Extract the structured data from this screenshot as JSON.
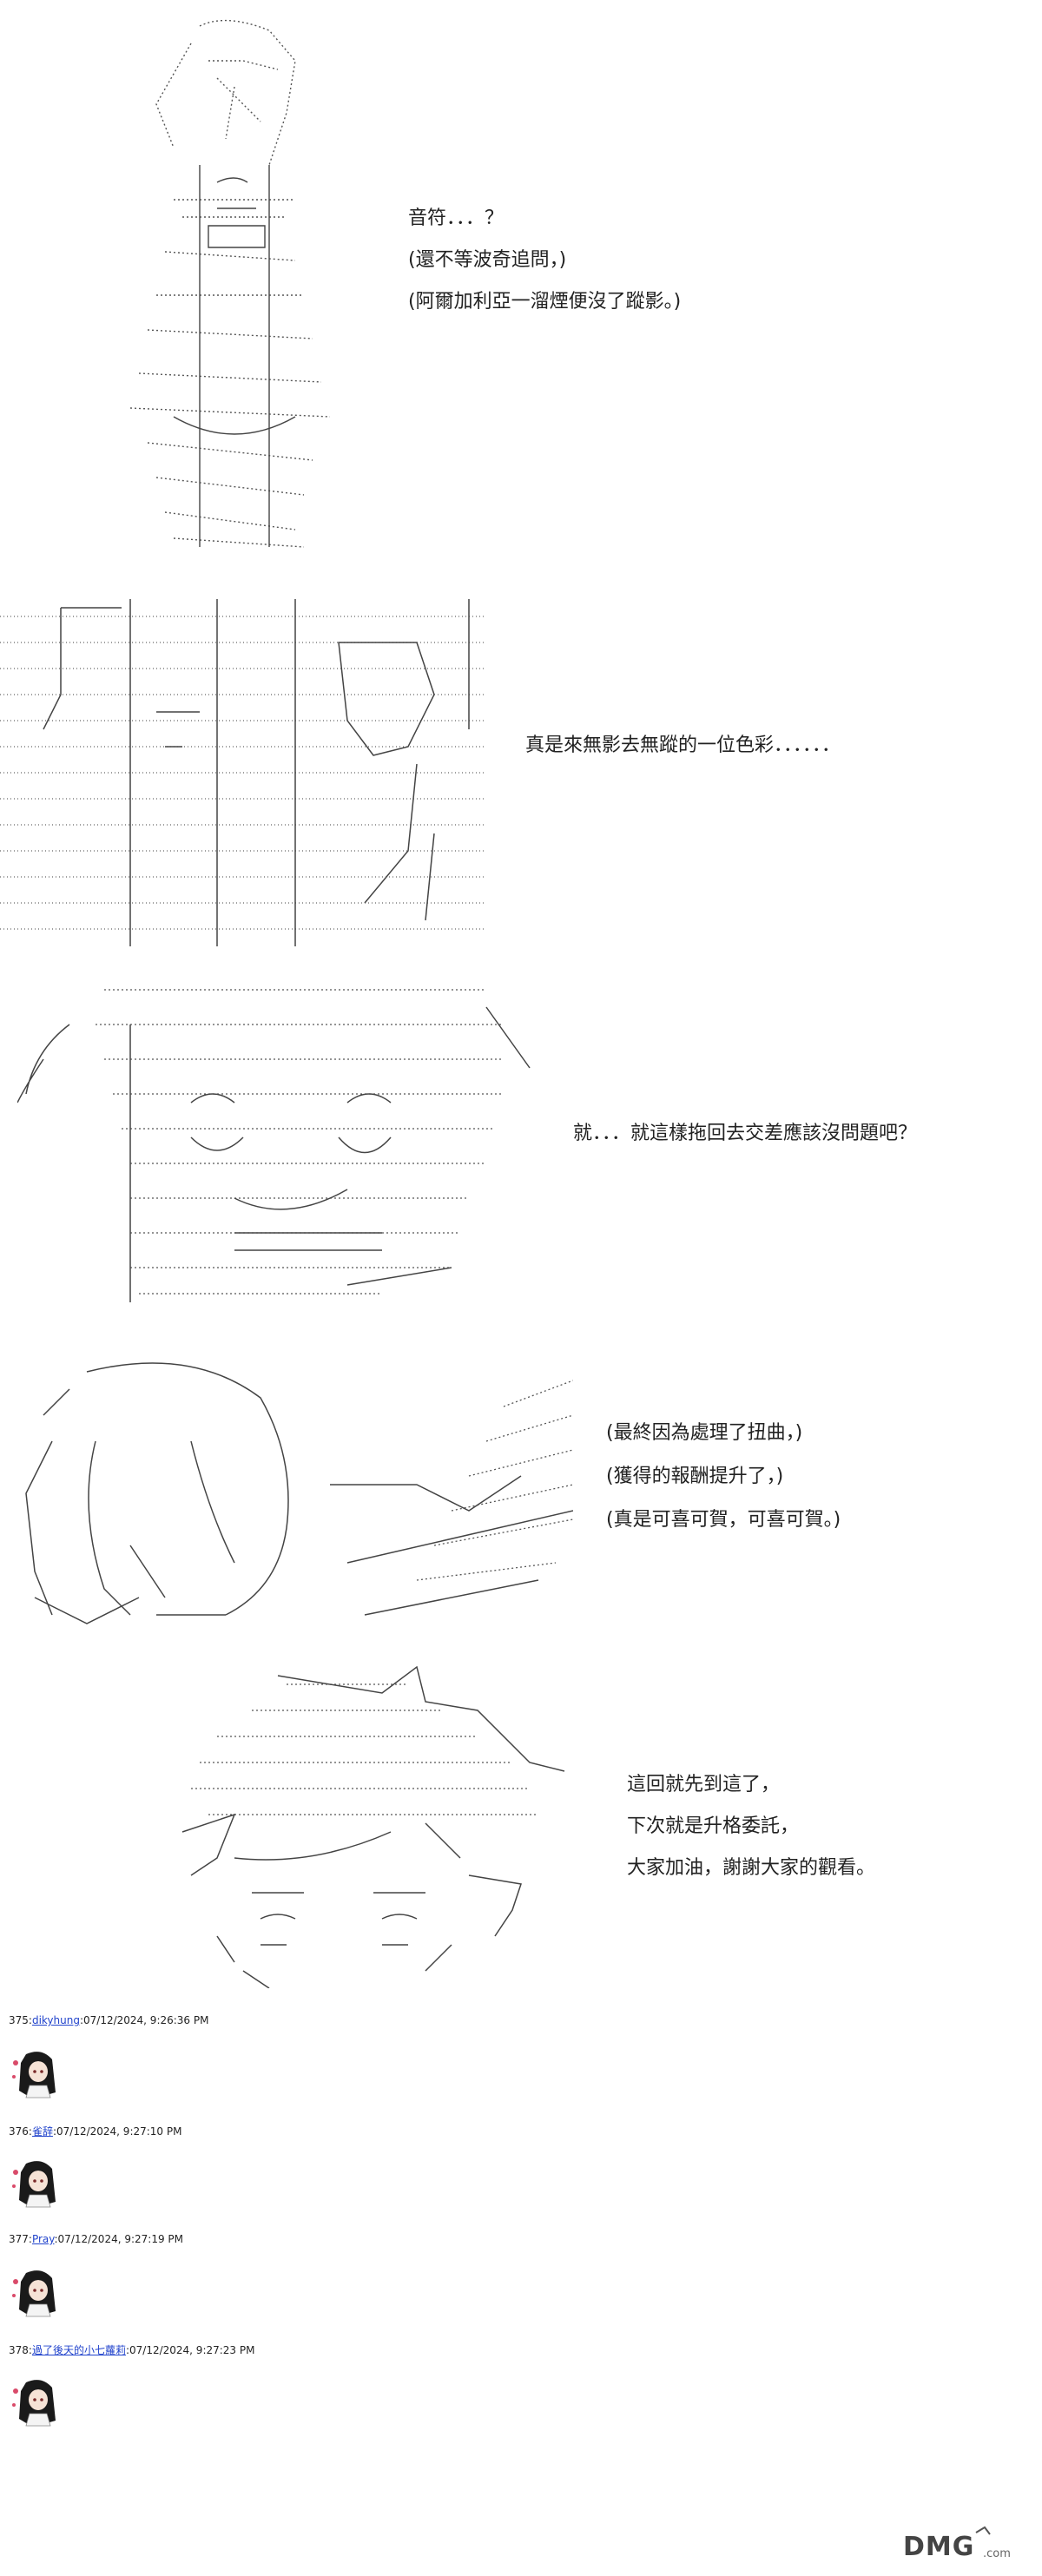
{
  "panels": [
    {
      "id": "panel1",
      "lines": [
        "音符．．．？",
        "(還不等波奇追問，)",
        "(阿爾加利亞一溜煙便沒了蹤影。)"
      ]
    },
    {
      "id": "panel2",
      "lines": [
        "真是來無影去無蹤的一位色彩．．．．．．"
      ]
    },
    {
      "id": "panel3",
      "lines": [
        "就．．．就這樣拖回去交差應該沒問題吧？"
      ]
    },
    {
      "id": "panel4",
      "lines": [
        "(最終因為處理了扭曲，)",
        "(獲得的報酬提升了，)",
        "(真是可喜可賀，可喜可賀。)"
      ]
    },
    {
      "id": "panel5",
      "lines": [
        "這回就先到這了，",
        "下次就是升格委託，",
        "大家加油，謝謝大家的觀看。"
      ]
    }
  ],
  "comments": [
    {
      "number": "375",
      "user": "dikyhung",
      "timestamp": "07/12/2024, 9:26:36 PM"
    },
    {
      "number": "376",
      "user": "雀辞",
      "timestamp": "07/12/2024, 9:27:10 PM"
    },
    {
      "number": "377",
      "user": "Pray",
      "timestamp": "07/12/2024, 9:27:19 PM"
    },
    {
      "number": "378",
      "user": "過了後天的小七蘿莉",
      "timestamp": "07/12/2024, 9:27:23 PM"
    }
  ],
  "watermark": {
    "text": "DMG",
    "suffix": ".com"
  },
  "colors": {
    "text": "#222222",
    "link": "#2244cc",
    "art": "#555555"
  }
}
